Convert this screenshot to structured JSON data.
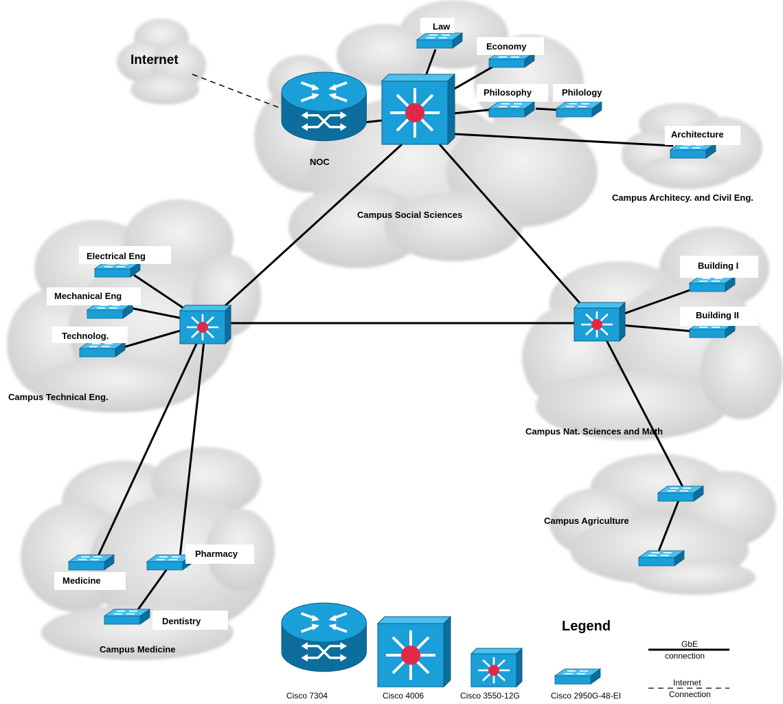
{
  "internet_label": "Internet",
  "noc_label": "NOC",
  "campuses": {
    "social": "Campus Social Sciences",
    "architecture": "Campus Architecy. and Civil Eng.",
    "technical": "Campus Technical Eng.",
    "natural": "Campus Nat. Sciences and Math",
    "agriculture": "Campus  Agriculture",
    "medicine": "Campus Medicine"
  },
  "departments": {
    "law": "Law",
    "economy": "Economy",
    "philosophy": "Philosophy",
    "philology": "Philology",
    "architecture": "Architecture",
    "electrical": "Electrical Eng",
    "mechanical": "Mechanical Eng",
    "technolog": "Technolog.",
    "building1": "Building I",
    "building2": "Building II",
    "pharmacy": "Pharmacy",
    "medicine": "Medicine",
    "dentistry": "Dentistry"
  },
  "legend": {
    "title": "Legend",
    "cisco7304": "Cisco 7304",
    "cisco4006": "Cisco 4006",
    "cisco3550": "Cisco 3550-12G",
    "cisco2950": "Cisco 2950G-48-EI",
    "gbe_line1": "GbE",
    "gbe_line2": "connection",
    "inet_line1": "Internet",
    "inet_line2": "Connection"
  },
  "colors": {
    "device_blue": "#1a9fd9",
    "device_dark": "#0d6d9c",
    "core_red": "#e0294a",
    "cloud": "#dcdcdc"
  }
}
